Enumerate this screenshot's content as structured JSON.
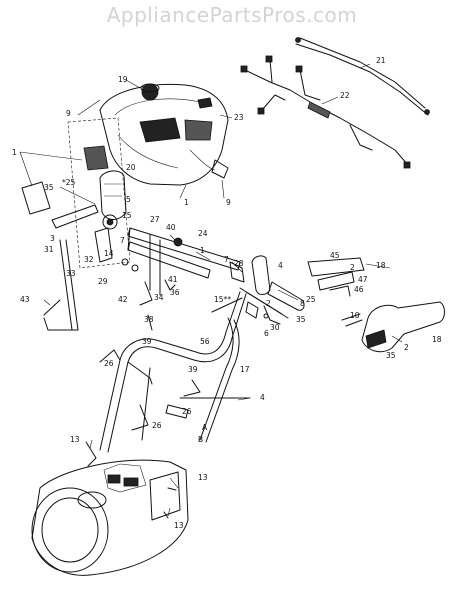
{
  "watermark": "AppliancePartsPros.com",
  "callouts": [
    {
      "label": "1"
    },
    {
      "label": "1"
    },
    {
      "label": "1"
    },
    {
      "label": "2"
    },
    {
      "label": "2"
    },
    {
      "label": "2"
    },
    {
      "label": "3"
    },
    {
      "label": "4"
    },
    {
      "label": "4"
    },
    {
      "label": "5"
    },
    {
      "label": "6"
    },
    {
      "label": "7"
    },
    {
      "label": "7"
    },
    {
      "label": "8"
    },
    {
      "label": "9"
    },
    {
      "label": "9"
    },
    {
      "label": "10"
    },
    {
      "label": "13"
    },
    {
      "label": "13"
    },
    {
      "label": "13"
    },
    {
      "label": "14"
    },
    {
      "label": "15"
    },
    {
      "label": "15**"
    },
    {
      "label": "17"
    },
    {
      "label": "18"
    },
    {
      "label": "18"
    },
    {
      "label": "19"
    },
    {
      "label": "20"
    },
    {
      "label": "21"
    },
    {
      "label": "22"
    },
    {
      "label": "23"
    },
    {
      "label": "24"
    },
    {
      "label": "25"
    },
    {
      "label": "*25"
    },
    {
      "label": "26"
    },
    {
      "label": "26"
    },
    {
      "label": "26"
    },
    {
      "label": "27"
    },
    {
      "label": "28"
    },
    {
      "label": "29"
    },
    {
      "label": "30"
    },
    {
      "label": "31"
    },
    {
      "label": "32"
    },
    {
      "label": "33"
    },
    {
      "label": "34"
    },
    {
      "label": "35"
    },
    {
      "label": "35"
    },
    {
      "label": "35"
    },
    {
      "label": "36"
    },
    {
      "label": "38"
    },
    {
      "label": "39"
    },
    {
      "label": "39"
    },
    {
      "label": "40"
    },
    {
      "label": "41"
    },
    {
      "label": "42"
    },
    {
      "label": "43"
    },
    {
      "label": "45"
    },
    {
      "label": "46"
    },
    {
      "label": "47"
    },
    {
      "label": "56"
    },
    {
      "label": "A"
    },
    {
      "label": "B"
    }
  ]
}
